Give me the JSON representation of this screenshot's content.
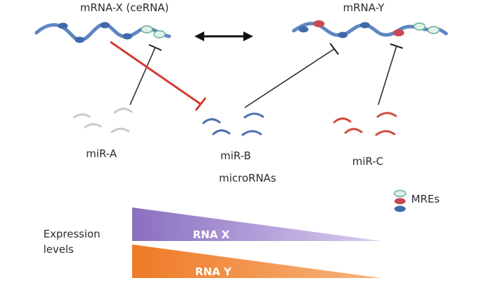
{
  "transcripts": {
    "mrna_x_label": "mRNA-X (ceRNA)",
    "mrna_y_label": "mRNA-Y"
  },
  "mirnas": {
    "mir_a_label": "miR-A",
    "mir_b_label": "miR-B",
    "mir_c_label": "miR-C",
    "group_label": "microRNAs"
  },
  "legend": {
    "mres_label": "MREs"
  },
  "expression": {
    "axis_label_line1": "Expression",
    "axis_label_line2": "levels",
    "rna_x_label": "RNA X",
    "rna_y_label": "RNA Y"
  },
  "colors": {
    "mrna_strand": "#5f86c0",
    "mrna_node": "#3f6aab",
    "mre_pink": "#c64a55",
    "mre_green_fill": "#dff2ec",
    "mre_green_stroke": "#6aae93",
    "mir_a": "#c8ccc4",
    "mir_b": "#4a6fb0",
    "mir_c": "#d24a3d",
    "inhibit_red": "#d23a32",
    "inhibit_black": "#222222",
    "rna_x_bar": "#9b83c9",
    "rna_y_bar": "#f08434"
  }
}
